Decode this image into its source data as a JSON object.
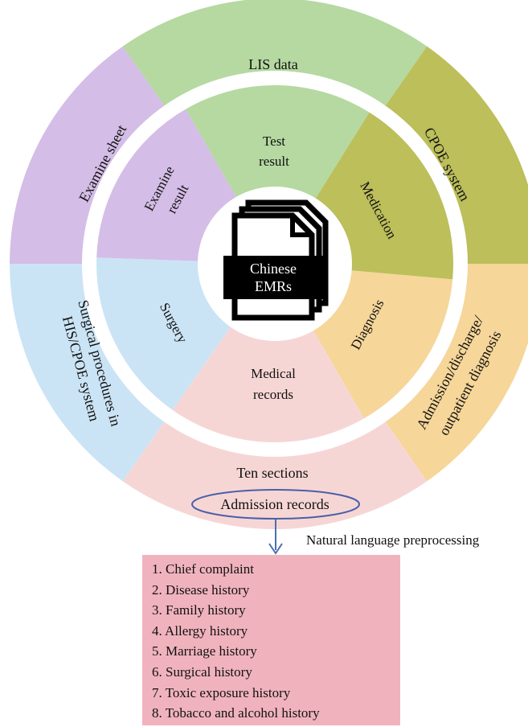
{
  "colors": {
    "green": "#b5d9a1",
    "olive": "#bcbf5a",
    "orange": "#f6d699",
    "pink": "#f6d6d5",
    "blue": "#cbe4f5",
    "purple": "#d4bde6",
    "list_box": "#f0b3bd",
    "ellipse": "#4a5fa8"
  },
  "outer_ring": {
    "lis": "LIS data",
    "cpoe": "CPOE system",
    "admission_diag_line1": "Admission/discharge/",
    "admission_diag_line2": "outpatient diagnosis",
    "ten_sections": "Ten sections",
    "admission_records": "Admission records",
    "surgical_line1": "Surgical procedures in",
    "surgical_line2": "HIS/CPOE system",
    "examine_sheet": "Examine sheet"
  },
  "inner_ring": {
    "test_line1": "Test",
    "test_line2": "result",
    "medication": "Medication",
    "diagnosis": "Diagnosis",
    "medical_line1": "Medical",
    "medical_line2": "records",
    "surgery": "Surgery",
    "examine_line1": "Examine",
    "examine_line2": "result"
  },
  "center": {
    "line1": "Chinese",
    "line2": "EMRs"
  },
  "arrow_label": "Natural language preprocessing",
  "admission_items": [
    "1. Chief complaint",
    "2. Disease history",
    "3. Family history",
    "4. Allergy history",
    "5. Marriage history",
    "6. Surgical history",
    "7. Toxic exposure history",
    "8. Tobacco and alcohol history"
  ]
}
